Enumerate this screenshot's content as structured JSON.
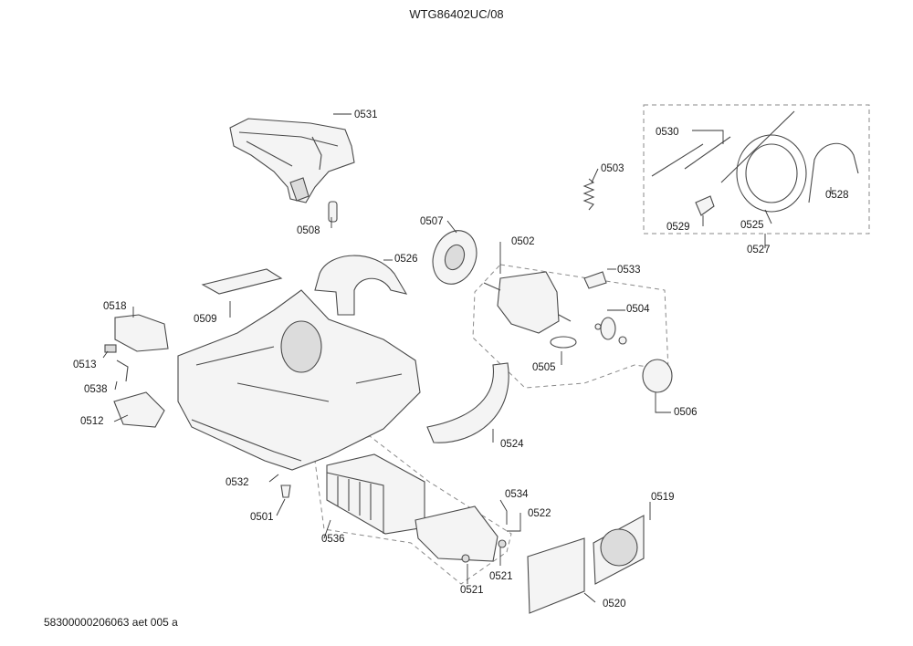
{
  "title": "WTG86402UC/08",
  "footer": "58300000206063 aet 005 a",
  "parts": {
    "p0531": "0531",
    "p0508": "0508",
    "p0503": "0503",
    "p0530": "0530",
    "p0528": "0528",
    "p0529": "0529",
    "p0525": "0525",
    "p0527": "0527",
    "p0507": "0507",
    "p0502": "0502",
    "p0526": "0526",
    "p0533": "0533",
    "p0509": "0509",
    "p0504": "0504",
    "p0518": "0518",
    "p0513": "0513",
    "p0538": "0538",
    "p0512": "0512",
    "p0505": "0505",
    "p0506": "0506",
    "p0524": "0524",
    "p0532": "0532",
    "p0534": "0534",
    "p0522": "0522",
    "p0519": "0519",
    "p0501": "0501",
    "p0536": "0536",
    "p0521a": "0521",
    "p0521b": "0521",
    "p0520": "0520"
  }
}
